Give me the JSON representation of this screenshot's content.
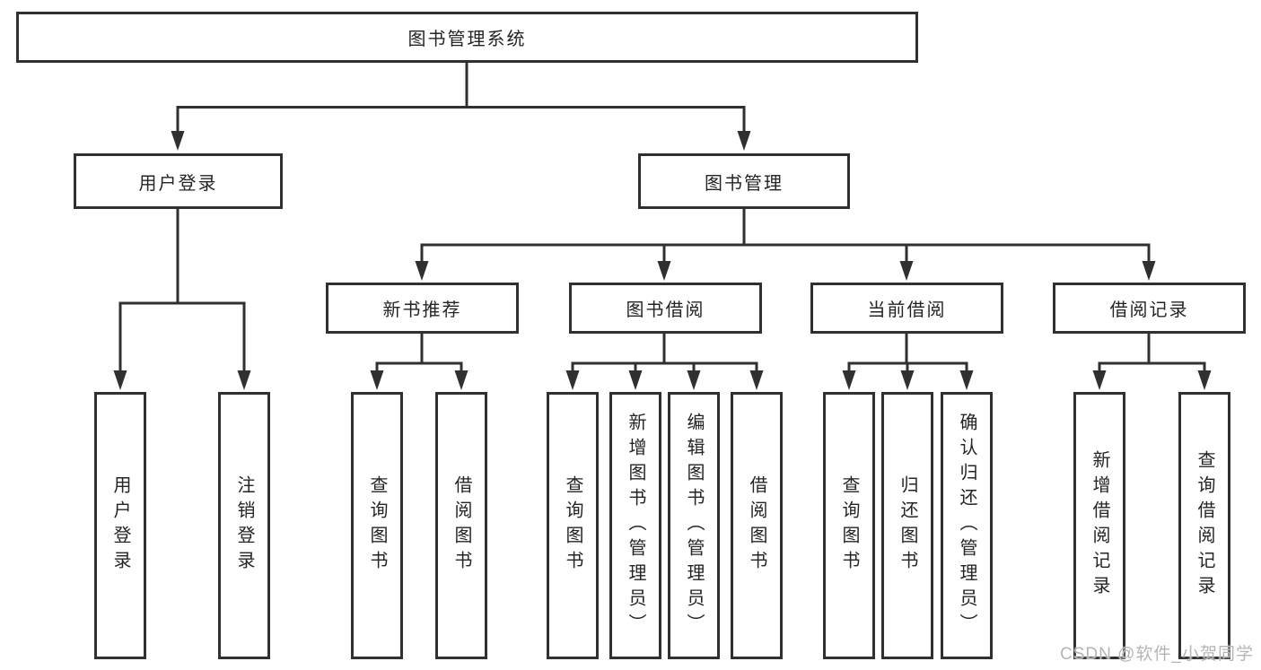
{
  "colors": {
    "line": "#303030",
    "box_border": "#303030",
    "box_background": "#ffffff",
    "text": "#242424",
    "watermark": "#b5b5b5"
  },
  "watermark": {
    "text": "CSDN @软件_小贺同学"
  },
  "nodes": {
    "root": {
      "label": "图书管理系统"
    },
    "user_login": {
      "label": "用户登录"
    },
    "book_mgmt": {
      "label": "图书管理"
    },
    "new_book_rec": {
      "label": "新书推荐"
    },
    "book_borrow": {
      "label": "图书借阅"
    },
    "current_borrow": {
      "label": "当前借阅"
    },
    "borrow_record": {
      "label": "借阅记录"
    },
    "leaf_user_login": {
      "label": "用户登录"
    },
    "leaf_logout": {
      "label": "注销登录"
    },
    "leaf_query_book_1": {
      "label": "查询图书"
    },
    "leaf_borrow_book_1": {
      "label": "借阅图书"
    },
    "leaf_query_book_2": {
      "label": "查询图书"
    },
    "leaf_add_book": {
      "label": "新增图书（管理员）"
    },
    "leaf_edit_book": {
      "label": "编辑图书（管理员）"
    },
    "leaf_borrow_book_2": {
      "label": "借阅图书"
    },
    "leaf_query_book_3": {
      "label": "查询图书"
    },
    "leaf_return_book": {
      "label": "归还图书"
    },
    "leaf_confirm_return": {
      "label": "确认归还（管理员）"
    },
    "leaf_add_borrow_record": {
      "label": "新增借阅记录"
    },
    "leaf_query_borrow_record": {
      "label": "查询借阅记录"
    }
  },
  "hierarchy": {
    "图书管理系统": {
      "用户登录": [
        "用户登录",
        "注销登录"
      ],
      "图书管理": {
        "新书推荐": [
          "查询图书",
          "借阅图书"
        ],
        "图书借阅": [
          "查询图书",
          "新增图书（管理员）",
          "编辑图书（管理员）",
          "借阅图书"
        ],
        "当前借阅": [
          "查询图书",
          "归还图书",
          "确认归还（管理员）"
        ],
        "借阅记录": [
          "新增借阅记录",
          "查询借阅记录"
        ]
      }
    }
  }
}
